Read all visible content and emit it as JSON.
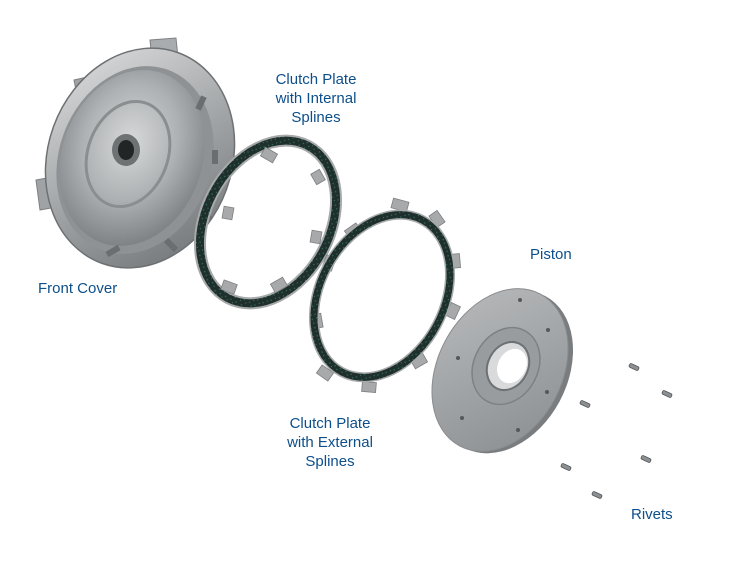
{
  "labels": {
    "front_cover": "Front Cover",
    "clutch_internal": [
      "Clutch Plate",
      "with Internal",
      "Splines"
    ],
    "clutch_external": [
      "Clutch Plate",
      "with External",
      "Splines"
    ],
    "piston": "Piston",
    "rivets": "Rivets"
  },
  "colors": {
    "label_text": "#0d4f8b",
    "metal_light": "#c9cbcc",
    "metal_mid": "#9a9d9f",
    "metal_dark": "#5e6163",
    "friction_material": "#1f2f2c",
    "friction_fleck": "#2e6b5f",
    "spline_tab": "#a7a9ab"
  }
}
